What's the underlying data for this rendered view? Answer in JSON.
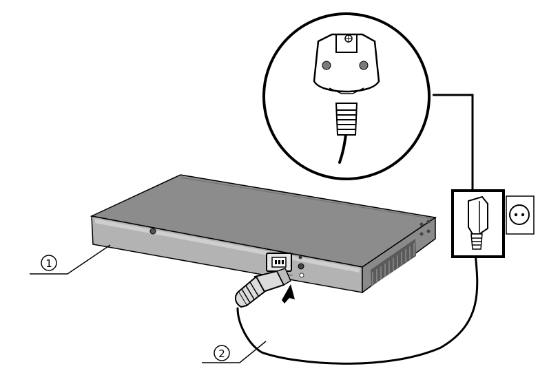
{
  "callouts": [
    {
      "id": "callout-1",
      "label": "1"
    },
    {
      "id": "callout-2",
      "label": "2"
    }
  ],
  "colors": {
    "line": "#000000",
    "device_top": "#8c8c8c",
    "device_front": "#b3b3b3",
    "device_dark": "#5a5a5a",
    "plug_fill": "#dcdcdc",
    "background": "#ffffff"
  },
  "icons": [
    "switch-device",
    "iec-power-inlet",
    "power-cord",
    "schuko-plug",
    "wall-socket",
    "insert-arrow"
  ]
}
